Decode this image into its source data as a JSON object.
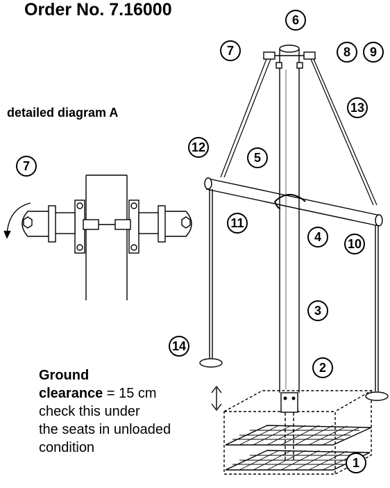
{
  "header": {
    "order_label": "Order No. 7.16000"
  },
  "detail": {
    "title": "detailed diagram A"
  },
  "clearance_note": {
    "heading": "Ground",
    "label": "clearance",
    "value": "= 15 cm",
    "line1": "check this under",
    "line2": "the seats in unloaded",
    "line3": "condition"
  },
  "callouts": {
    "c1": "1",
    "c2": "2",
    "c3": "3",
    "c4": "4",
    "c5": "5",
    "c6": "6",
    "c7": "7",
    "c7a": "7",
    "c8": "8",
    "c9": "9",
    "c10": "10",
    "c11": "11",
    "c12": "12",
    "c13": "13",
    "c14": "14"
  }
}
